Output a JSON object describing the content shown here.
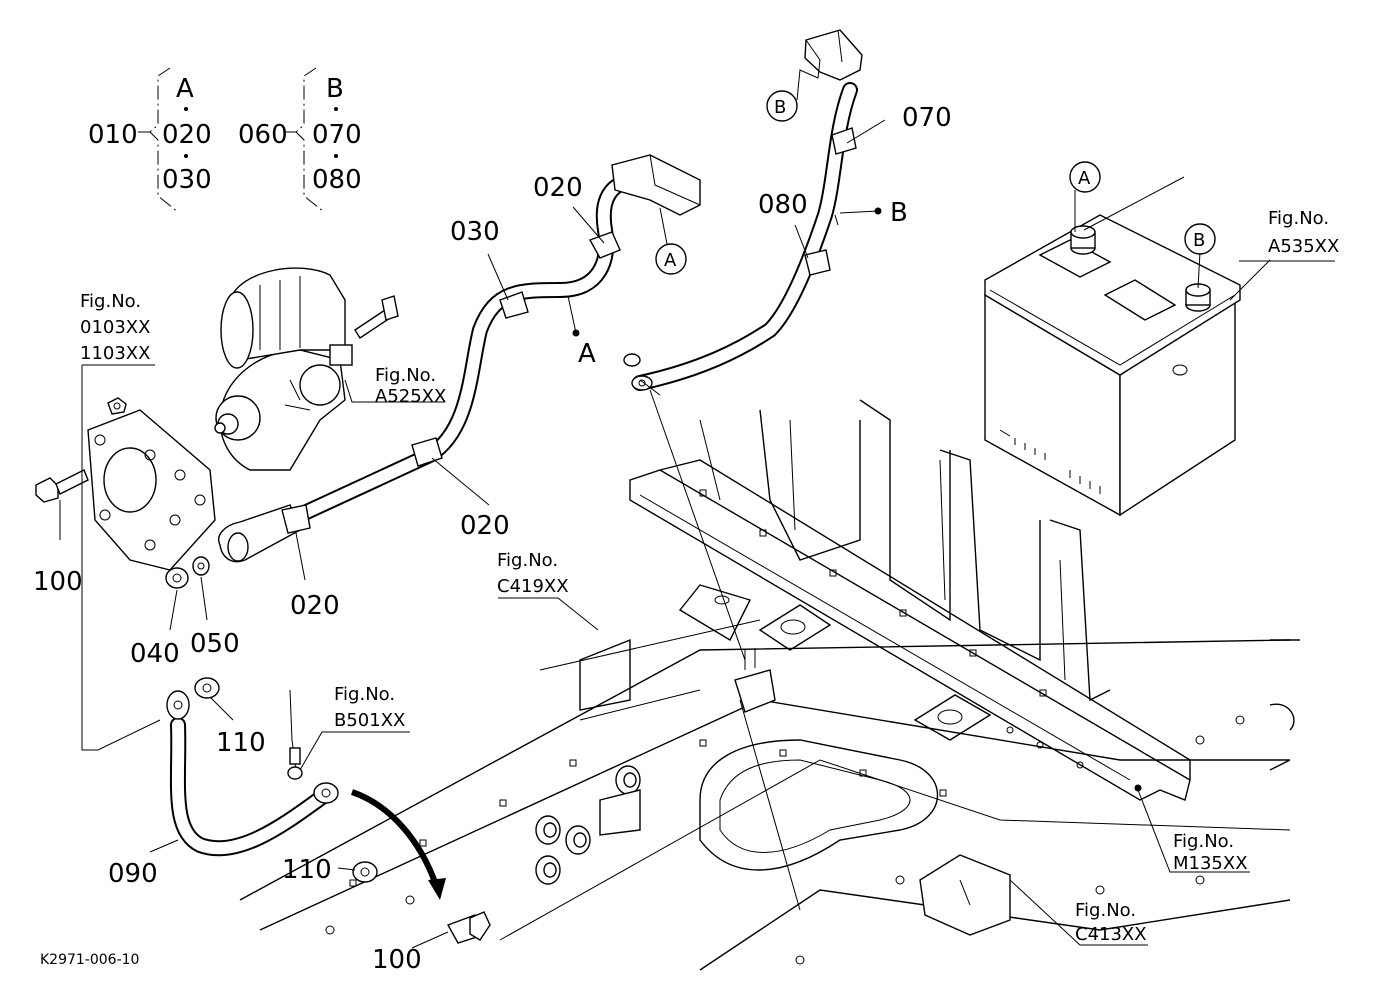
{
  "legend": {
    "group_a": {
      "parent": "010",
      "letter": "A",
      "children": [
        "020",
        "030"
      ]
    },
    "group_b": {
      "parent": "060",
      "letter": "B",
      "children": [
        "070",
        "080"
      ]
    }
  },
  "part_labels": {
    "p020_top": "020",
    "p030": "030",
    "p070": "070",
    "p080": "080",
    "p020_mid": "020",
    "p020_low": "020",
    "p100_left": "100",
    "p040": "040",
    "p050": "050",
    "p110_a": "110",
    "p090": "090",
    "p110_b": "110",
    "p100_bottom": "100"
  },
  "callouts": {
    "a_top": "A",
    "b_top": "B",
    "a_battery": "A",
    "b_battery": "B",
    "a_dot": "A",
    "b_dot": "B"
  },
  "figure_refs": {
    "prefix": "Fig.No.",
    "fig_0103_1103": [
      "0103XX",
      "1103XX"
    ],
    "fig_a525": "A525XX",
    "fig_a535": "A535XX",
    "fig_c419": "C419XX",
    "fig_b501": "B501XX",
    "fig_m135": "M135XX",
    "fig_c413": "C413XX"
  },
  "drawing_code": "K2971-006-10"
}
